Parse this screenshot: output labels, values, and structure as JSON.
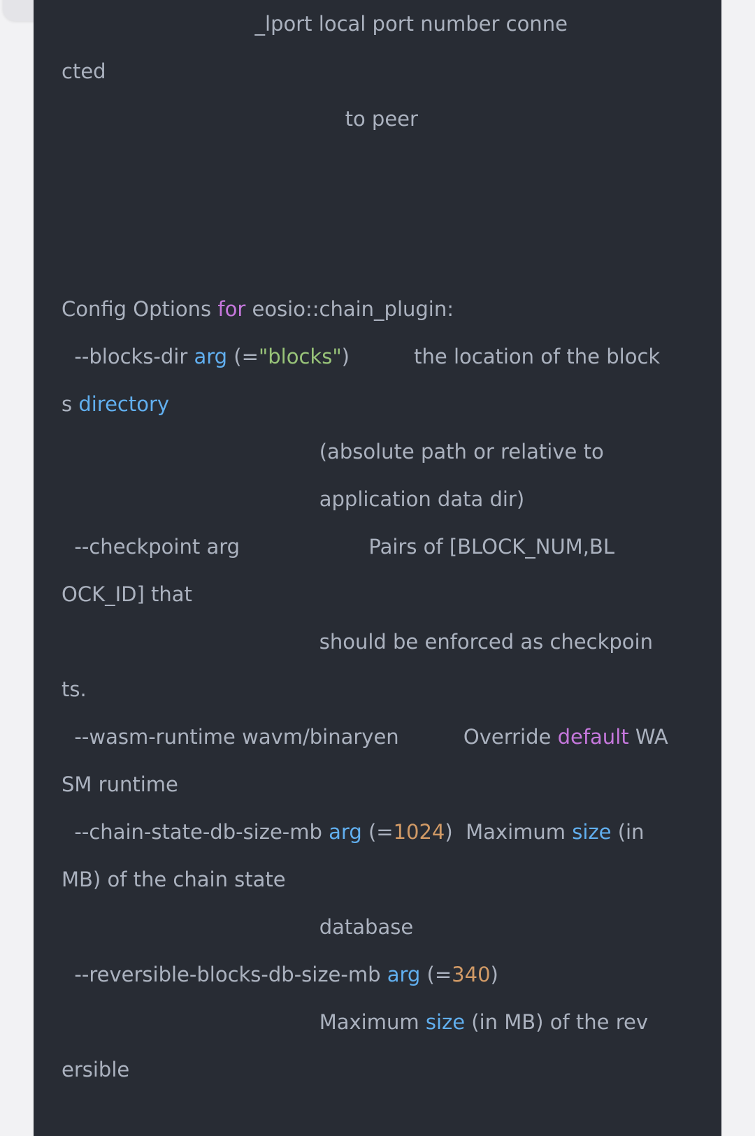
{
  "lines": [
    {
      "segments": [
        {
          "text": "                              _lport local port number conne",
          "kind": "plain"
        }
      ]
    },
    {
      "segments": [
        {
          "text": "cted",
          "kind": "plain"
        }
      ]
    },
    {
      "segments": [
        {
          "text": "                                            to peer",
          "kind": "plain"
        }
      ]
    },
    {
      "segments": [
        {
          "text": "",
          "kind": "plain"
        }
      ]
    },
    {
      "segments": [
        {
          "text": "",
          "kind": "plain"
        }
      ]
    },
    {
      "segments": [
        {
          "text": "",
          "kind": "plain"
        }
      ]
    },
    {
      "segments": [
        {
          "text": "Config Options ",
          "kind": "plain"
        },
        {
          "text": "for",
          "kind": "keyword"
        },
        {
          "text": " eosio::chain_plugin:",
          "kind": "plain"
        }
      ]
    },
    {
      "segments": [
        {
          "text": "  --blocks-dir ",
          "kind": "plain"
        },
        {
          "text": "arg",
          "kind": "fn"
        },
        {
          "text": " (=",
          "kind": "plain"
        },
        {
          "text": "\"blocks\"",
          "kind": "str"
        },
        {
          "text": ")          the location of the block",
          "kind": "plain"
        }
      ]
    },
    {
      "segments": [
        {
          "text": "s ",
          "kind": "plain"
        },
        {
          "text": "directory",
          "kind": "fn"
        }
      ]
    },
    {
      "segments": [
        {
          "text": "                                        (absolute path or relative to",
          "kind": "plain"
        }
      ]
    },
    {
      "segments": [
        {
          "text": "                                        application data dir)",
          "kind": "plain"
        }
      ]
    },
    {
      "segments": [
        {
          "text": "  --checkpoint arg                    Pairs of [BLOCK_NUM,BL",
          "kind": "plain"
        }
      ]
    },
    {
      "segments": [
        {
          "text": "OCK_ID] that",
          "kind": "plain"
        }
      ]
    },
    {
      "segments": [
        {
          "text": "                                        should be enforced as checkpoin",
          "kind": "plain"
        }
      ]
    },
    {
      "segments": [
        {
          "text": "ts.",
          "kind": "plain"
        }
      ]
    },
    {
      "segments": [
        {
          "text": "  --wasm-runtime wavm/binaryen          Override ",
          "kind": "plain"
        },
        {
          "text": "default",
          "kind": "keyword"
        },
        {
          "text": " WA",
          "kind": "plain"
        }
      ]
    },
    {
      "segments": [
        {
          "text": "SM runtime",
          "kind": "plain"
        }
      ]
    },
    {
      "segments": [
        {
          "text": "  --chain-state-db-size-mb ",
          "kind": "plain"
        },
        {
          "text": "arg",
          "kind": "fn"
        },
        {
          "text": " (=",
          "kind": "plain"
        },
        {
          "text": "1024",
          "kind": "num"
        },
        {
          "text": ")  Maximum ",
          "kind": "plain"
        },
        {
          "text": "size",
          "kind": "fn"
        },
        {
          "text": " (in",
          "kind": "plain"
        }
      ]
    },
    {
      "segments": [
        {
          "text": "MB) of the chain state",
          "kind": "plain"
        }
      ]
    },
    {
      "segments": [
        {
          "text": "                                        database",
          "kind": "plain"
        }
      ]
    },
    {
      "segments": [
        {
          "text": "  --reversible-blocks-db-size-mb ",
          "kind": "plain"
        },
        {
          "text": "arg",
          "kind": "fn"
        },
        {
          "text": " (=",
          "kind": "plain"
        },
        {
          "text": "340",
          "kind": "num"
        },
        {
          "text": ")",
          "kind": "plain"
        }
      ]
    },
    {
      "segments": [
        {
          "text": "                                        Maximum ",
          "kind": "plain"
        },
        {
          "text": "size",
          "kind": "fn"
        },
        {
          "text": " (in MB) of the rev",
          "kind": "plain"
        }
      ]
    },
    {
      "segments": [
        {
          "text": "ersible",
          "kind": "plain"
        }
      ]
    }
  ]
}
